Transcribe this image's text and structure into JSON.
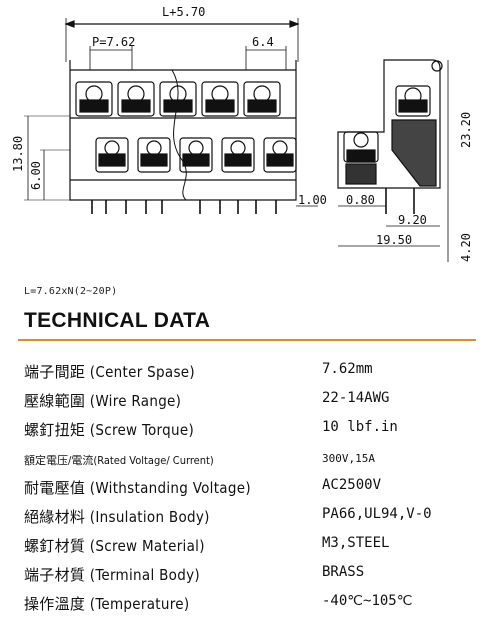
{
  "drawing": {
    "front_view": {
      "overall_length": "L+5.70",
      "pitch": "P=7.62",
      "top_offset": "6.4",
      "height_total": "13.80",
      "height_pin": "6.00",
      "pin_dim": "1.00"
    },
    "side_view": {
      "height": "23.20",
      "dim_a": "0.80",
      "dim_b": "9.20",
      "depth": "19.50",
      "pin_length": "4.20"
    }
  },
  "formula": "L=7.62xN(2~20P)",
  "title": "TECHNICAL DATA",
  "accent_color": "#e08a2c",
  "specs": [
    {
      "label": "端子間距 (Center Spase)",
      "value": "7.62mm",
      "small": false
    },
    {
      "label": "壓線範圍 (Wire Range)",
      "value": "22-14AWG",
      "small": false
    },
    {
      "label": "螺釘扭矩 (Screw Torque)",
      "value": "10 lbf.in",
      "small": false
    },
    {
      "label": "額定電压/電流(Rated Voltage/ Current)",
      "value": "300V,15A",
      "small": true
    },
    {
      "label": "耐電壓值 (Withstanding Voltage)",
      "value": "AC2500V",
      "small": false
    },
    {
      "label": "絕緣材料 (Insulation Body)",
      "value": "PA66,UL94,V-0",
      "small": false
    },
    {
      "label": "螺釘材質 (Screw Material)",
      "value": "M3,STEEL",
      "small": false
    },
    {
      "label": "端子材質 (Terminal Body)",
      "value": "BRASS",
      "small": false
    },
    {
      "label": "操作溫度 (Temperature)",
      "value": "-40℃~105℃",
      "small": false
    }
  ]
}
